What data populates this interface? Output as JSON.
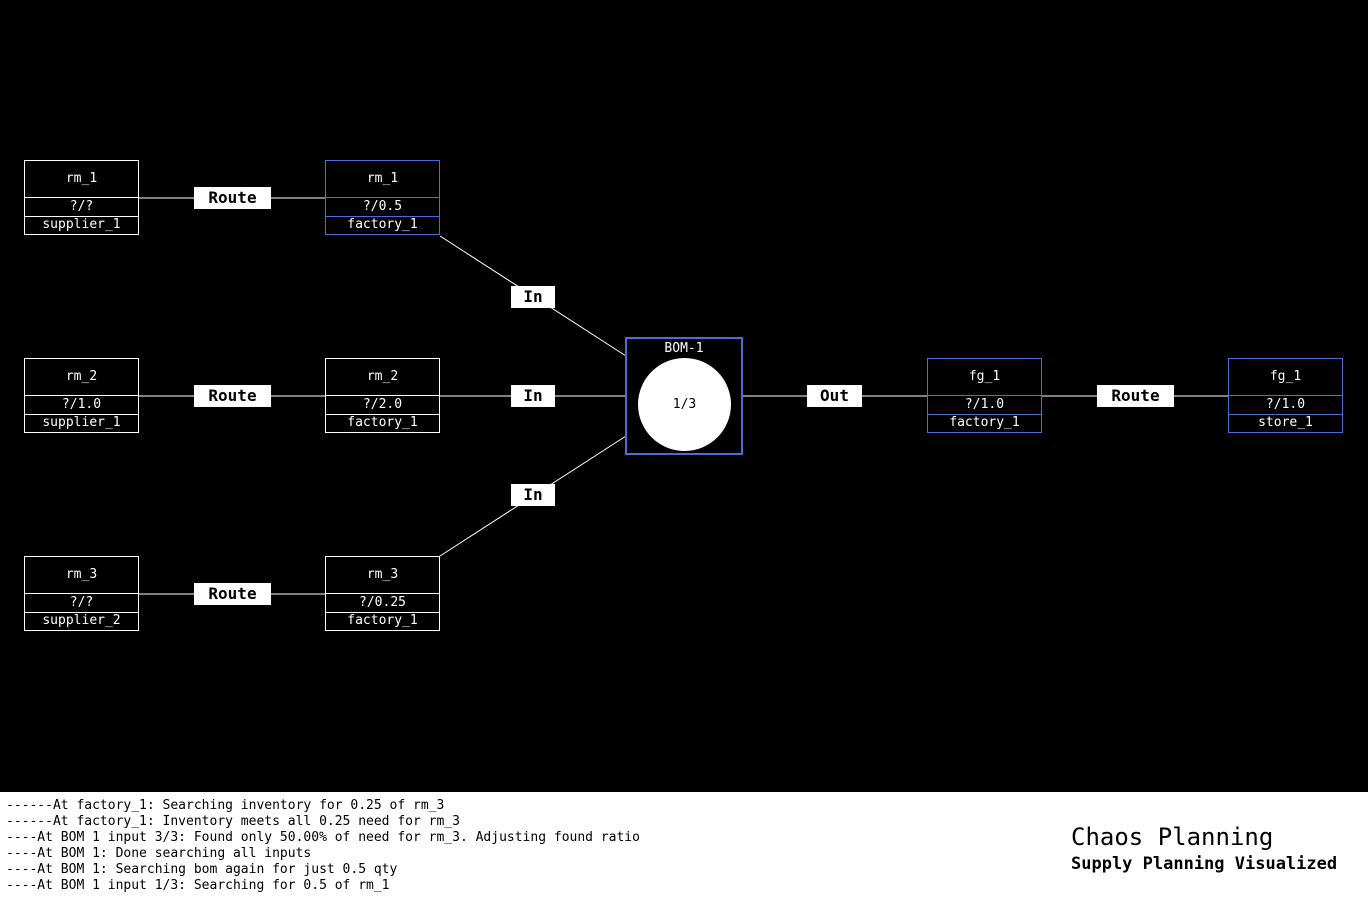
{
  "colors": {
    "background": "#000000",
    "active_border": "#4a6ed8",
    "footer": "#ffffff"
  },
  "nodes": {
    "rm1_supplier": {
      "name": "rm_1",
      "qty": "?/?",
      "location": "supplier_1"
    },
    "rm1_factory": {
      "name": "rm_1",
      "qty": "?/0.5",
      "location": "factory_1"
    },
    "rm2_supplier": {
      "name": "rm_2",
      "qty": "?/1.0",
      "location": "supplier_1"
    },
    "rm2_factory": {
      "name": "rm_2",
      "qty": "?/2.0",
      "location": "factory_1"
    },
    "rm3_supplier": {
      "name": "rm_3",
      "qty": "?/?",
      "location": "supplier_2"
    },
    "rm3_factory": {
      "name": "rm_3",
      "qty": "?/0.25",
      "location": "factory_1"
    },
    "fg1_factory": {
      "name": "fg_1",
      "qty": "?/1.0",
      "location": "factory_1"
    },
    "fg1_store": {
      "name": "fg_1",
      "qty": "?/1.0",
      "location": "store_1"
    }
  },
  "bom": {
    "name": "BOM-1",
    "progress": "1/3"
  },
  "edge_labels": {
    "route": "Route",
    "in": "In",
    "out": "Out"
  },
  "log": [
    "------At factory_1: Searching inventory for 0.25 of rm_3",
    "------At factory_1: Inventory meets all 0.25 need for rm_3",
    "----At BOM 1 input 3/3: Found only 50.00% of need for rm_3. Adjusting found ratio",
    "----At BOM 1: Done searching all inputs",
    "----At BOM 1: Searching bom again for just 0.5 qty",
    "----At BOM 1 input 1/3: Searching for 0.5 of rm_1"
  ],
  "brand": {
    "title": "Chaos Planning",
    "subtitle": "Supply Planning Visualized"
  }
}
